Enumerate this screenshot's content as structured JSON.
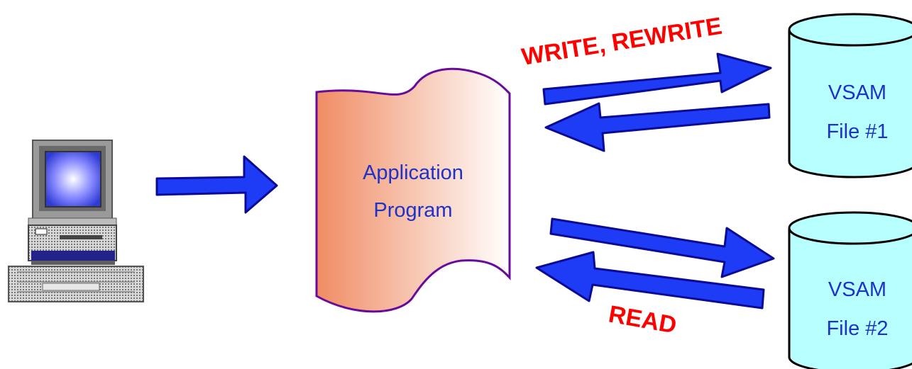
{
  "application": {
    "line1": "Application",
    "line2": "Program"
  },
  "files": [
    {
      "line1": "VSAM",
      "line2": "File #1"
    },
    {
      "line1": "VSAM",
      "line2": "File #2"
    }
  ],
  "labels": {
    "write": "WRITE, REWRITE",
    "read": "READ"
  },
  "colors": {
    "arrow_fill": "#1e3cf5",
    "arrow_stroke": "#0a0a96",
    "label_red": "#ff0000",
    "text_blue": "#1e32c8",
    "cylinder_fill": "#b8ffff",
    "scroll_left": "#f08c64",
    "scroll_right": "#ffffff"
  },
  "icons": {
    "terminal": "computer-terminal-icon"
  }
}
